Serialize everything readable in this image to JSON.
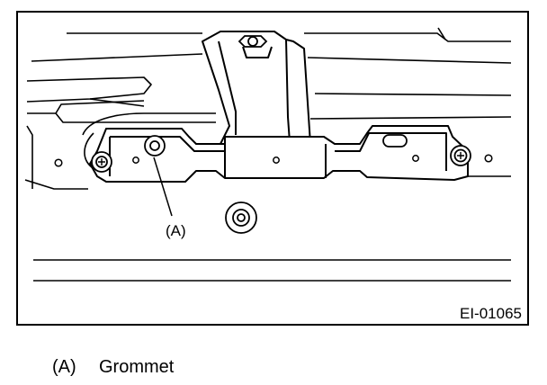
{
  "diagram": {
    "callout_label": "(A)",
    "figure_id": "EI-01065"
  },
  "legend": [
    {
      "key": "(A)",
      "text": "Grommet"
    }
  ]
}
